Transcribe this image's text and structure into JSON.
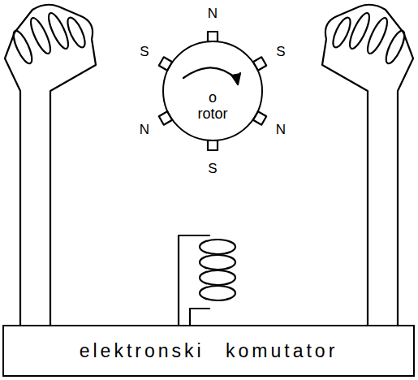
{
  "diagram": {
    "nodes": [
      {
        "text": [
          "o",
          "rotor"
        ]
      },
      {
        "text": [
          "elektronski komutator"
        ]
      }
    ],
    "labels": [
      "N",
      "S",
      "S",
      "N",
      "N",
      "S"
    ]
  }
}
